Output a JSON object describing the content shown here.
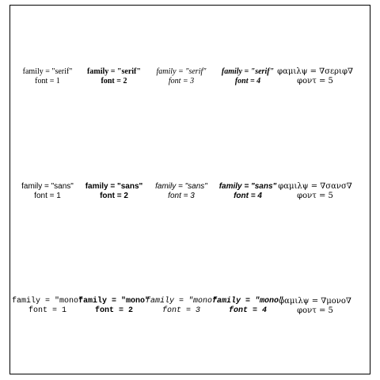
{
  "rows": [
    {
      "cells": [
        {
          "line1": "family = \"serif\"",
          "line2": "font = 1"
        },
        {
          "line1": "family = \"serif\"",
          "line2": "font = 2"
        },
        {
          "line1": "family = \"serif\"",
          "line2": "font = 3"
        },
        {
          "line1": "family = \"serif\"",
          "line2": "font = 4"
        },
        {
          "line1": "φαμιλψ = ∇σεριφ∇",
          "line2": "φοντ = 5"
        }
      ]
    },
    {
      "cells": [
        {
          "line1": "family = \"sans\"",
          "line2": "font = 1"
        },
        {
          "line1": "family = \"sans\"",
          "line2": "font = 2"
        },
        {
          "line1": "family = \"sans\"",
          "line2": "font = 3"
        },
        {
          "line1": "family = \"sans\"",
          "line2": "font = 4"
        },
        {
          "line1": "φαμιλψ = ∇σανσ∇",
          "line2": "φοντ = 5"
        }
      ]
    },
    {
      "cells": [
        {
          "line1": "family = \"mono\"",
          "line2": "font = 1"
        },
        {
          "line1": "family = \"mono\"",
          "line2": "font = 2"
        },
        {
          "line1": "family = \"mono\"",
          "line2": "font = 3"
        },
        {
          "line1": "family = \"mono\"",
          "line2": "font = 4"
        },
        {
          "line1": "φαμιλψ = ∇μονο∇",
          "line2": "φοντ = 5"
        }
      ]
    }
  ]
}
